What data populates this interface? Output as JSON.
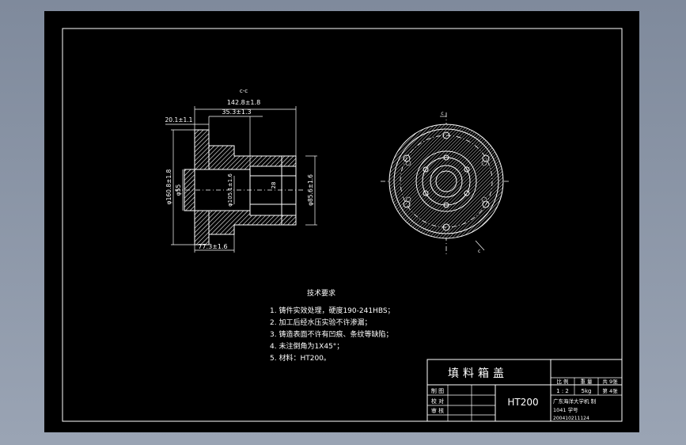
{
  "drawing": {
    "section_label": "c-c",
    "dims": {
      "overall_length": "142.8±1.8",
      "mid_length": "35.3±1.3",
      "flange_thickness": "20.1±1.1",
      "left_diameter": "φ160.8±1.8",
      "bore_diameter": "φ55",
      "inner_diameter": "φ105.1±1.6",
      "small_bore": "28",
      "outer_right_diameter": "φ85.6±1.6",
      "bottom_length": "77.3±1.6"
    },
    "view_label_top": "c",
    "view_label_bottom": "c"
  },
  "notes": {
    "title": "技术要求",
    "items": [
      "1. 铸件实效处理，硬度190-241HBS；",
      "2. 加工后经水压实验不许渗漏；",
      "3. 铸造表面不许有凹痕、条纹等缺陷；",
      "4. 未注倒角为1X45°；",
      "5. 材料：HT200。"
    ]
  },
  "title_block": {
    "part_name": "填料箱盖",
    "material": "HT200",
    "row_labels": [
      "制 图",
      "校 对",
      "审 核"
    ],
    "header_scale": "比 例",
    "header_weight": "重 量",
    "header_sheets": "共 9张",
    "scale_value": "1 : 2",
    "weight_value": "5kg",
    "sheet_value": "第 4张",
    "org_line1": "广东海洋大学机 制",
    "org_line2": "1041  学号",
    "student_id": "200410211124"
  }
}
